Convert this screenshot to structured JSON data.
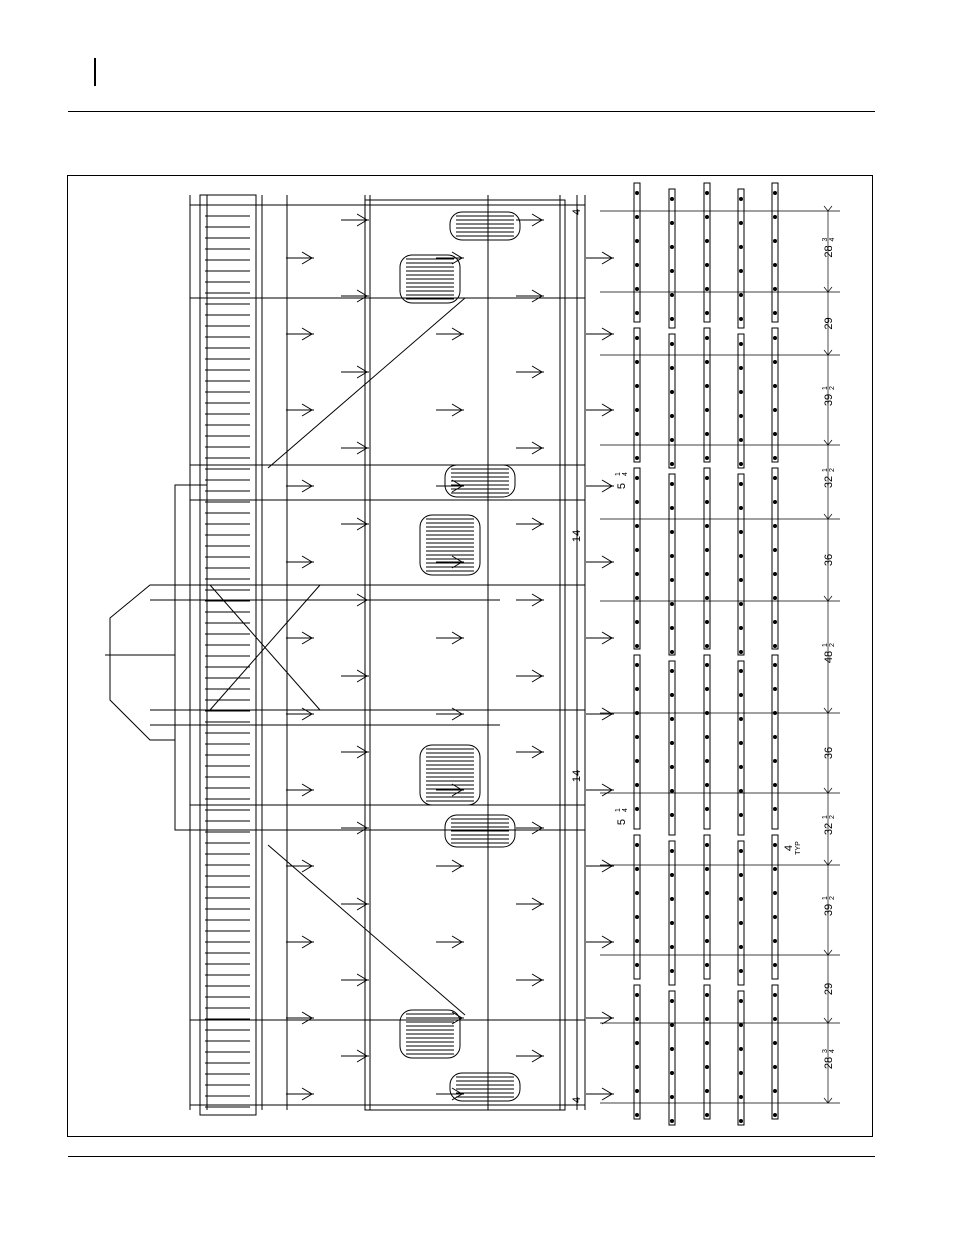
{
  "drawing": {
    "dimensions": [
      {
        "whole": "28",
        "num": "3",
        "den": "4"
      },
      {
        "whole": "29",
        "num": "",
        "den": ""
      },
      {
        "whole": "39",
        "num": "1",
        "den": "2"
      },
      {
        "whole": "32",
        "num": "1",
        "den": "2"
      },
      {
        "whole": "36",
        "num": "",
        "den": ""
      },
      {
        "whole": "48",
        "num": "1",
        "den": "2"
      },
      {
        "whole": "36",
        "num": "",
        "den": ""
      },
      {
        "whole": "32",
        "num": "1",
        "den": "2"
      },
      {
        "whole": "39",
        "num": "1",
        "den": "2"
      },
      {
        "whole": "29",
        "num": "",
        "den": ""
      },
      {
        "whole": "28",
        "num": "3",
        "den": "4"
      }
    ],
    "small_dims": {
      "top_four": "4",
      "bottom_four": "4",
      "five_quarter_a": {
        "whole": "5",
        "num": "1",
        "den": "4"
      },
      "five_quarter_b": {
        "whole": "5",
        "num": "1",
        "den": "4"
      },
      "fourteen_a": "14",
      "fourteen_b": "14",
      "typ_value": "4",
      "typ_label": "TYP"
    }
  }
}
